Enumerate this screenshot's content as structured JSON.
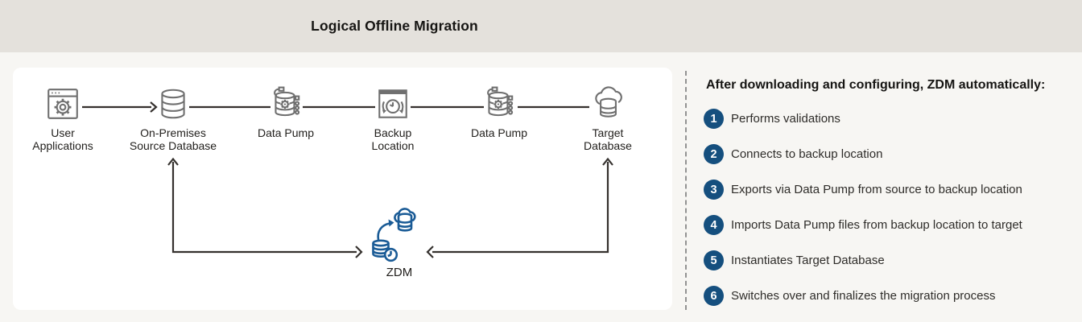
{
  "header": {
    "title": "Logical Offline Migration"
  },
  "colors": {
    "header_bg": "#e4e1dc",
    "page_bg": "#f7f6f3",
    "panel_bg": "#ffffff",
    "icon_gray": "#6f6f6f",
    "connector_dark": "#35312e",
    "zdm_blue": "#1a5b96",
    "badge_blue": "#154f7e"
  },
  "diagram": {
    "nodes": [
      {
        "label": "User\nApplications",
        "icon": "app-window-gear-icon"
      },
      {
        "label": "On-Premises\nSource Database",
        "icon": "database-icon"
      },
      {
        "label": "Data Pump",
        "icon": "data-pump-icon"
      },
      {
        "label": "Backup\nLocation",
        "icon": "backup-clock-icon"
      },
      {
        "label": "Data Pump",
        "icon": "data-pump-icon"
      },
      {
        "label": "Target\nDatabase",
        "icon": "cloud-database-icon"
      }
    ],
    "zdm_label": "ZDM"
  },
  "side_panel": {
    "heading": "After downloading and configuring, ZDM automatically:",
    "steps": [
      {
        "num": "1",
        "text": "Performs validations"
      },
      {
        "num": "2",
        "text": "Connects to backup location"
      },
      {
        "num": "3",
        "text": "Exports via Data Pump from source to backup location"
      },
      {
        "num": "4",
        "text": "Imports Data Pump files from backup location to target"
      },
      {
        "num": "5",
        "text": "Instantiates Target Database"
      },
      {
        "num": "6",
        "text": "Switches over and finalizes the migration process"
      }
    ]
  }
}
